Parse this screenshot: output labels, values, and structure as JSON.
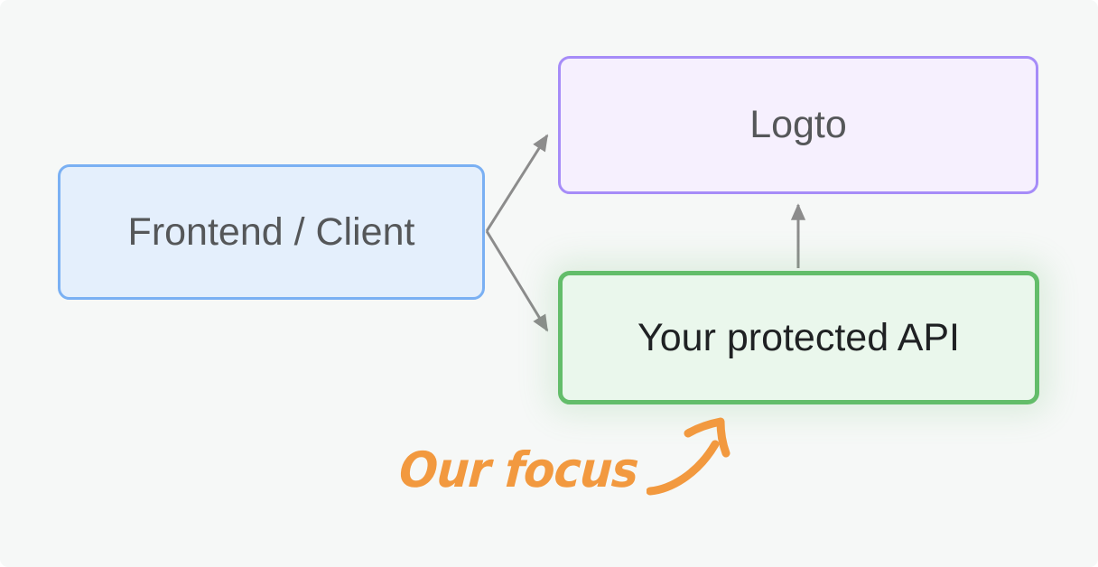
{
  "diagram": {
    "background_color": "#f6f8f7",
    "nodes": [
      {
        "id": "frontend",
        "label": "Frontend / Client",
        "border_color": "#7ab0f3",
        "fill_color": "#e4effc",
        "text_color": "#555759",
        "emphasised": false
      },
      {
        "id": "logto",
        "label": "Logto",
        "border_color": "#a68cf8",
        "fill_color": "#f6f0fe",
        "text_color": "#555759",
        "emphasised": false
      },
      {
        "id": "api",
        "label": "Your protected API",
        "border_color": "#63bd6a",
        "fill_color": "#eaf7ec",
        "text_color": "#1f2123",
        "emphasised": true
      }
    ],
    "edges": [
      {
        "id": "frontend-to-logto",
        "from": "frontend",
        "to": "logto",
        "color": "#8c8c8c"
      },
      {
        "id": "frontend-to-api",
        "from": "frontend",
        "to": "api",
        "color": "#8c8c8c"
      },
      {
        "id": "api-to-logto",
        "from": "api",
        "to": "logto",
        "color": "#8c8c8c"
      }
    ],
    "annotation": {
      "text": "Our focus",
      "color": "#f2993f",
      "points_to": "api"
    }
  }
}
